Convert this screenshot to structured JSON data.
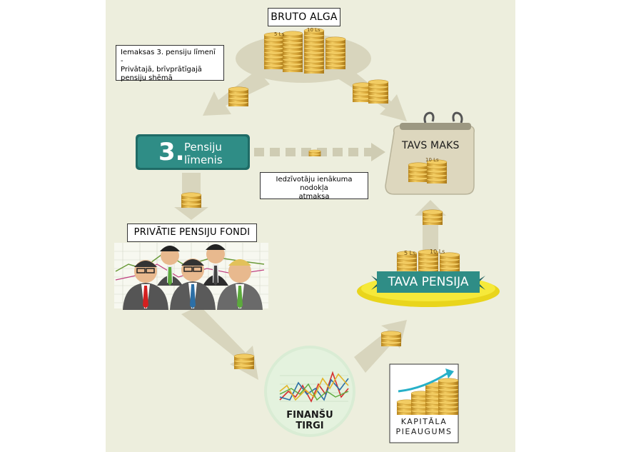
{
  "labels": {
    "bruto_alga": "BRUTO ALGA",
    "iemaksas_line1": "Iemaksas 3. pensiju līmenī -",
    "iemaksas_line2": "Privātajā, brīvprātīgajā",
    "iemaksas_line3": "pensiju shēmā",
    "pensiju_number": "3.",
    "pensiju_line1": "Pensiju",
    "pensiju_line2": "līmenis",
    "tavs_maks": "TAVS MAKS",
    "atmaksa_line1": "Iedzīvotāju ienākuma nodokļa",
    "atmaksa_line2": "atmaksa",
    "privatie_fondi": "PRIVĀTIE PENSIJU FONDI",
    "tava_pensija": "TAVA PENSIJA",
    "finansu_tirgi": "FINANŠU TIRGI",
    "kapitala_line1": "KAPITĀLA",
    "kapitala_line2": "PIEAUGUMS"
  },
  "coin_text": {
    "ls10": "10 Ls",
    "ls5": "5 Ls"
  },
  "colors": {
    "background": "#edeedd",
    "arrow": "#d8d5bd",
    "teal": "#2f8d86",
    "teal_dark": "#1f6b66",
    "gold": "#d9a93a",
    "gold_light": "#f0c95a",
    "yellow_disc": "#f4e21a",
    "purse": "#dcd6bd"
  }
}
